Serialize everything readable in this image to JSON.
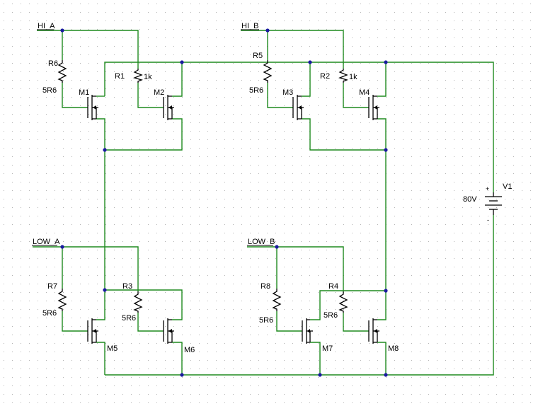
{
  "net_labels": {
    "hi_a": "HI_A",
    "hi_b": "HI_B",
    "low_a": "LOW_A",
    "low_b": "LOW_B"
  },
  "resistors": {
    "r1": {
      "ref": "R1",
      "value": "1k"
    },
    "r2": {
      "ref": "R2",
      "value": "1k"
    },
    "r3": {
      "ref": "R3",
      "value": "5R6"
    },
    "r4": {
      "ref": "R4",
      "value": "5R6"
    },
    "r5": {
      "ref": "R5",
      "value": "5R6"
    },
    "r6": {
      "ref": "R6",
      "value": "5R6"
    },
    "r7": {
      "ref": "R7",
      "value": "5R6"
    },
    "r8": {
      "ref": "R8",
      "value": "5R6"
    }
  },
  "transistors": {
    "m1": "M1",
    "m2": "M2",
    "m3": "M3",
    "m4": "M4",
    "m5": "M5",
    "m6": "M6",
    "m7": "M7",
    "m8": "M8"
  },
  "source": {
    "ref": "V1",
    "value": "80V",
    "plus": "+",
    "minus": "-"
  },
  "colors": {
    "wire": "#1e8a1e",
    "junction": "#1a1aa0",
    "component": "#000000",
    "grid_dot": "#b4b4b4",
    "background": "#ffffff"
  }
}
